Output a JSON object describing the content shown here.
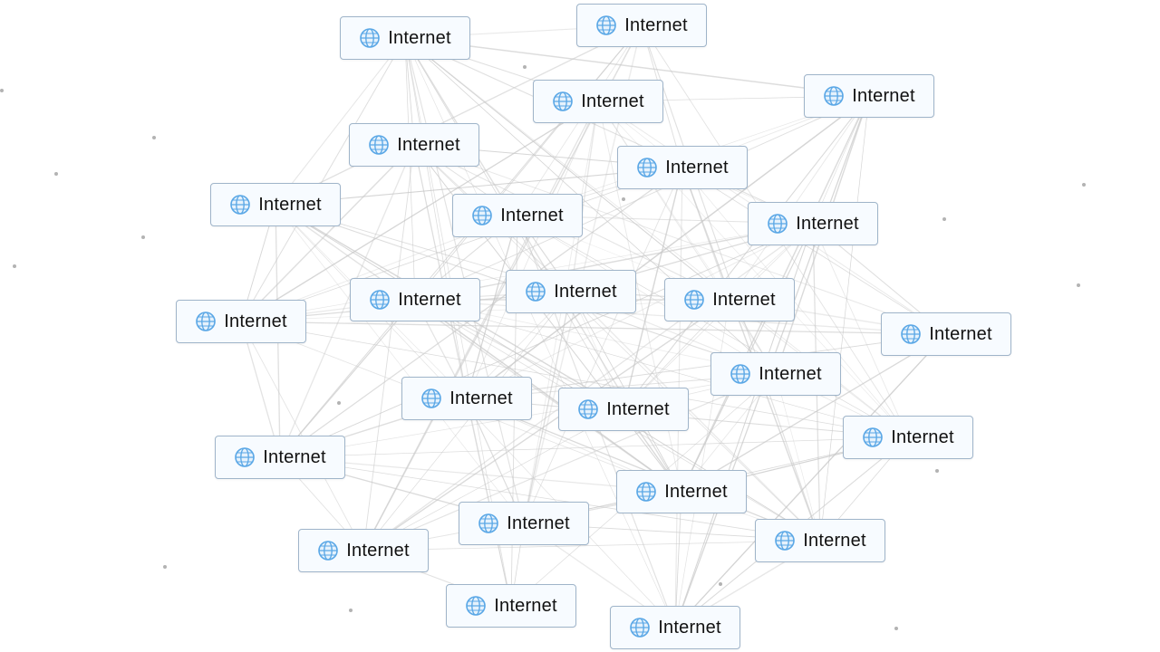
{
  "node_label": "Internet",
  "node_icon": "globe-icon",
  "colors": {
    "node_border": "#9fb4c9",
    "node_fill": "#f7fbff",
    "globe": "#5aa7e6",
    "edge": "#c8c8c8",
    "text": "#111111"
  },
  "nodes": [
    {
      "label": "Internet"
    },
    {
      "label": "Internet"
    },
    {
      "label": "Internet"
    },
    {
      "label": "Internet"
    },
    {
      "label": "Internet"
    },
    {
      "label": "Internet"
    },
    {
      "label": "Internet"
    },
    {
      "label": "Internet"
    },
    {
      "label": "Internet"
    },
    {
      "label": "Internet"
    },
    {
      "label": "Internet"
    },
    {
      "label": "Internet"
    },
    {
      "label": "Internet"
    },
    {
      "label": "Internet"
    },
    {
      "label": "Internet"
    },
    {
      "label": "Internet"
    },
    {
      "label": "Internet"
    },
    {
      "label": "Internet"
    },
    {
      "label": "Internet"
    },
    {
      "label": "Internet"
    },
    {
      "label": "Internet"
    },
    {
      "label": "Internet"
    },
    {
      "label": "Internet"
    },
    {
      "label": "Internet"
    },
    {
      "label": "Internet"
    }
  ]
}
